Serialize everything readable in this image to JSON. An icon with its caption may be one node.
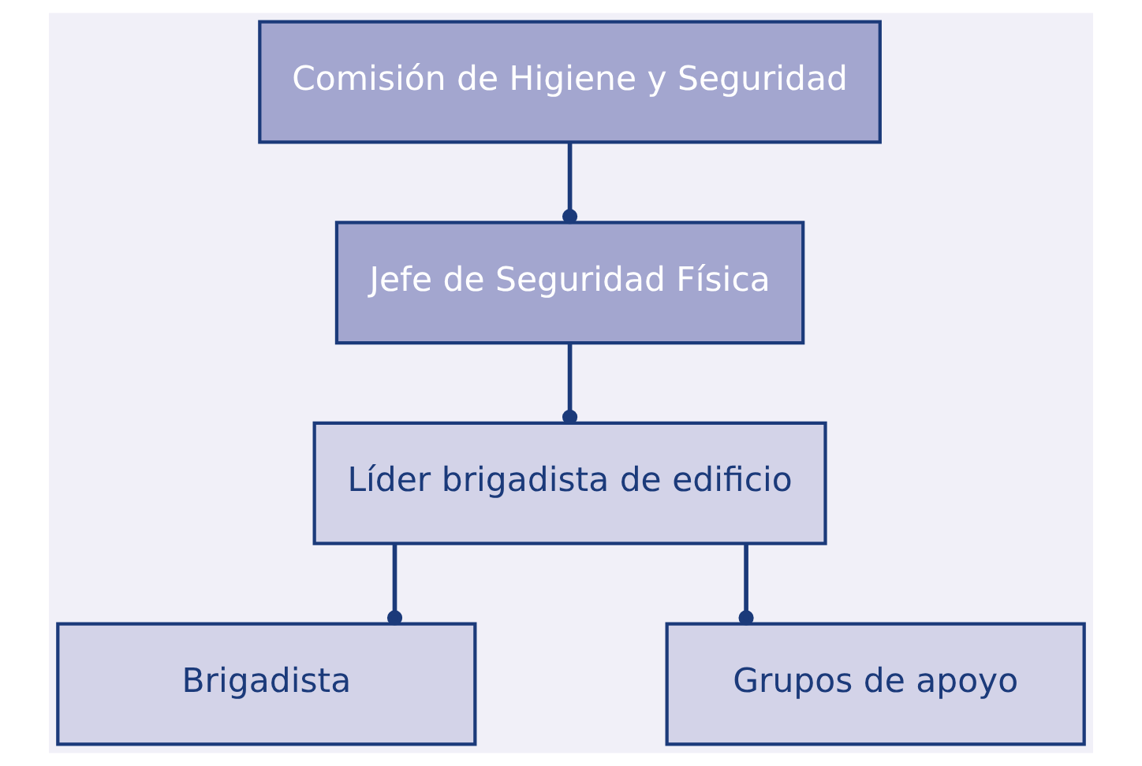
{
  "diagram": {
    "nodes": [
      {
        "text": [
          "Comisión de Higiene y Seguridad"
        ]
      },
      {
        "text": [
          "Jefe de Seguridad Física"
        ]
      },
      {
        "text": [
          "Líder brigadista de edificio"
        ]
      },
      {
        "text": [
          "Brigadista"
        ]
      },
      {
        "text": [
          "Grupos de apoyo"
        ]
      }
    ],
    "edges": [
      {
        "from": 0,
        "to": 1,
        "arrow": "other"
      },
      {
        "from": 1,
        "to": 2,
        "arrow": "other"
      },
      {
        "from": 2,
        "to": 3,
        "arrow": "other"
      },
      {
        "from": 2,
        "to": 4,
        "arrow": "other"
      }
    ]
  }
}
